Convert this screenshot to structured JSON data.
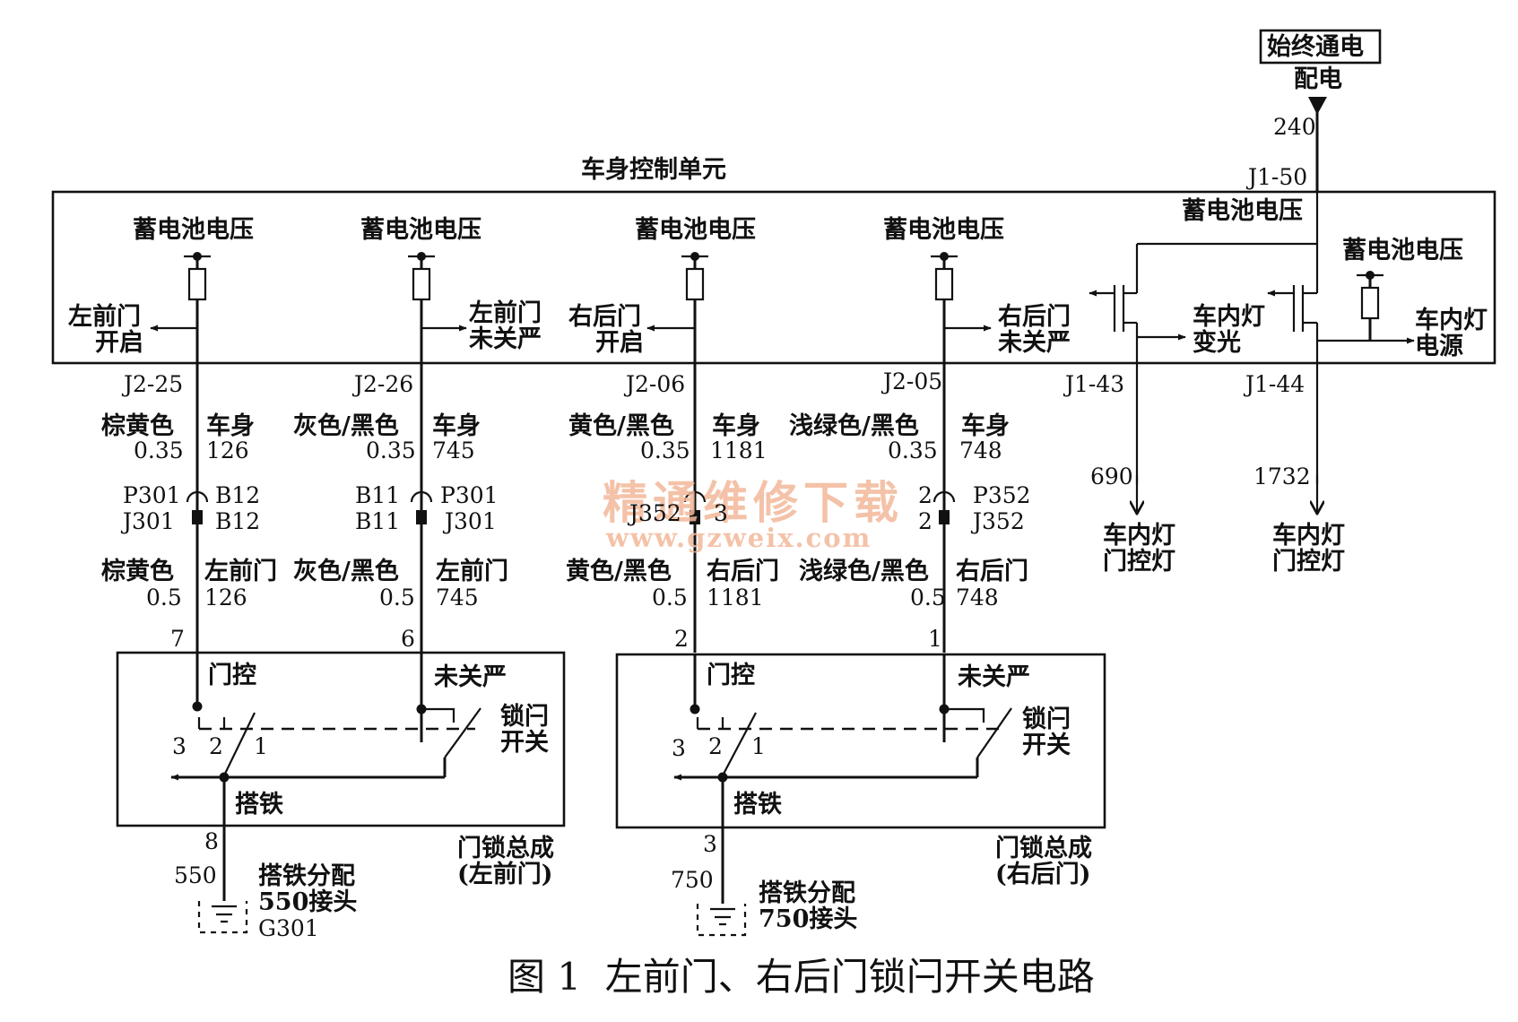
{
  "title": "车身控制单元",
  "power": {
    "box_label": "始终通电",
    "sub_label": "配电",
    "wire": "240",
    "pin": "J1-50"
  },
  "battery_voltage": "蓄电池电压",
  "bcm_outputs": [
    {
      "name": "左前门开启",
      "l1": "左前门",
      "l2": "开启"
    },
    {
      "name": "左前门未关严",
      "l1": "左前门",
      "l2": "未关严"
    },
    {
      "name": "右后门开启",
      "l1": "右后门",
      "l2": "开启"
    },
    {
      "name": "右后门未关严",
      "l1": "右后门",
      "l2": "未关严"
    },
    {
      "name": "车内灯变光",
      "l1": "车内灯",
      "l2": "变光"
    },
    {
      "name": "车内灯电源",
      "l1": "车内灯",
      "l2": "电源"
    }
  ],
  "lines": [
    {
      "pin": "J2-25",
      "color_top": "棕黄色",
      "gauge_top": "0.35",
      "harness_top": "车身",
      "circuit_top": "126",
      "conn_left_top": "P301",
      "conn_left_bot": "J301",
      "conn_right_top": "B12",
      "conn_right_bot": "B12",
      "color_bot": "棕黄色",
      "gauge_bot": "0.5",
      "harness_bot": "左前门",
      "circuit_bot": "126",
      "door_pin": "7"
    },
    {
      "pin": "J2-26",
      "color_top": "灰色/黑色",
      "gauge_top": "0.35",
      "harness_top": "车身",
      "circuit_top": "745",
      "conn_left_top": "B11",
      "conn_left_bot": "B11",
      "conn_right_top": "P301",
      "conn_right_bot": "J301",
      "color_bot": "灰色/黑色",
      "gauge_bot": "0.5",
      "harness_bot": "左前门",
      "circuit_bot": "745",
      "door_pin": "6"
    },
    {
      "pin": "J2-06",
      "color_top": "黄色/黑色",
      "gauge_top": "0.35",
      "harness_top": "车身",
      "circuit_top": "1181",
      "conn_left_top": "",
      "conn_left_bot": "J352",
      "conn_right_top": "",
      "conn_right_bot": "3",
      "color_bot": "黄色/黑色",
      "gauge_bot": "0.5",
      "harness_bot": "右后门",
      "circuit_bot": "1181",
      "door_pin": "2"
    },
    {
      "pin": "J2-05",
      "color_top": "浅绿色/黑色",
      "gauge_top": "0.35",
      "harness_top": "车身",
      "circuit_top": "748",
      "conn_left_top": "2",
      "conn_left_bot": "2",
      "conn_right_top": "P352",
      "conn_right_bot": "J352",
      "color_bot": "浅绿色/黑色",
      "gauge_bot": "0.5",
      "harness_bot": "右后门",
      "circuit_bot": "748",
      "door_pin": "1"
    }
  ],
  "lamp_outputs": [
    {
      "pin": "J1-43",
      "wire": "690",
      "l1": "车内灯",
      "l2": "门控灯"
    },
    {
      "pin": "J1-44",
      "wire": "1732",
      "l1": "车内灯",
      "l2": "门控灯"
    }
  ],
  "door_locks": [
    {
      "door_switch": "门控",
      "ajar": "未关严",
      "latch_l1": "锁闩",
      "latch_l2": "开关",
      "sw_pin3": "3",
      "sw_pin2": "2",
      "sw_pin1": "1",
      "ground": "搭铁",
      "assembly_l1": "门锁总成",
      "assembly_l2": "(左前门)",
      "ground_pin": "8",
      "ground_wire": "550",
      "splice_l1": "搭铁分配",
      "splice_l2": "550接头",
      "splice_l3": "G301"
    },
    {
      "door_switch": "门控",
      "ajar": "未关严",
      "latch_l1": "锁闩",
      "latch_l2": "开关",
      "sw_pin3": "3",
      "sw_pin2": "2",
      "sw_pin1": "1",
      "ground": "搭铁",
      "assembly_l1": "门锁总成",
      "assembly_l2": "(右后门)",
      "ground_pin": "3",
      "ground_wire": "750",
      "splice_l1": "搭铁分配",
      "splice_l2": "750接头",
      "splice_l3": ""
    }
  ],
  "watermark": {
    "l1": "精通维修下载",
    "l2": "www.gzweix.com"
  },
  "caption": "图 1  左前门、右后门锁闩开关电路"
}
